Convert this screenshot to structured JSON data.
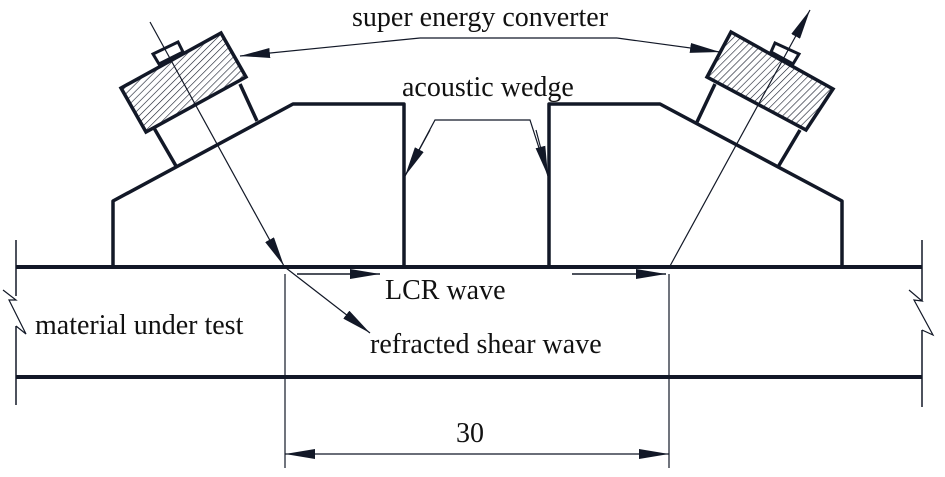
{
  "labels": {
    "converter": "super energy converter",
    "wedge": "acoustic wedge",
    "lcr": "LCR wave",
    "material": "material under test",
    "shear": "refracted shear wave",
    "dimension": "30"
  },
  "colors": {
    "stroke": "#121827",
    "text": "#111111",
    "background": "#ffffff"
  }
}
